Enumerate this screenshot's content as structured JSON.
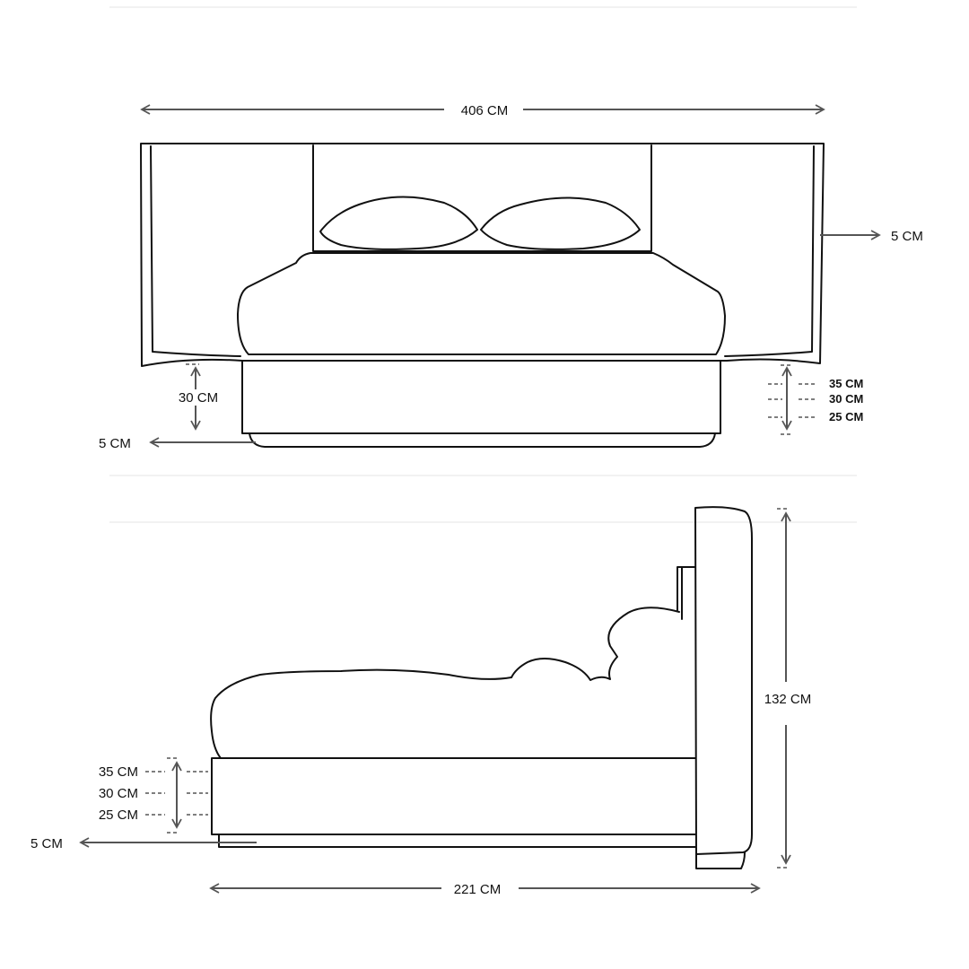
{
  "front_view": {
    "width_label": "406 CM",
    "headboard_thickness_label": "5 CM",
    "base_height_label": "30 CM",
    "plinth_label": "5 CM",
    "mattress_options": [
      "35 CM",
      "30 CM",
      "25 CM"
    ]
  },
  "side_view": {
    "height_label": "132 CM",
    "length_label": "221 CM",
    "plinth_label": "5 CM",
    "mattress_options": [
      "35 CM",
      "30 CM",
      "25 CM"
    ]
  },
  "colors": {
    "outline": "#111111",
    "dimension_line": "#555555"
  }
}
